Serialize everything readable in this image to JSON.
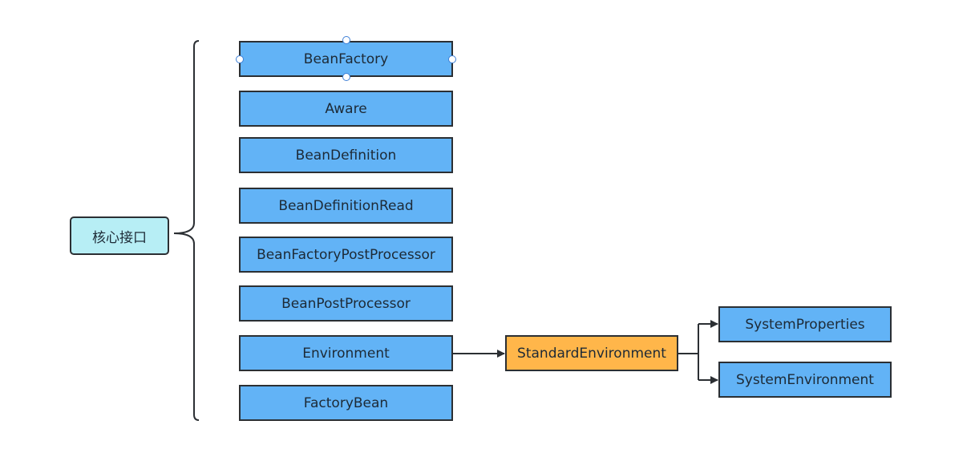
{
  "root": {
    "label": "核心接口"
  },
  "interfaces": [
    {
      "label": "BeanFactory"
    },
    {
      "label": "Aware"
    },
    {
      "label": "BeanDefinition"
    },
    {
      "label": "BeanDefinitionRead"
    },
    {
      "label": "BeanFactoryPostProcessor"
    },
    {
      "label": "BeanPostProcessor"
    },
    {
      "label": "Environment"
    },
    {
      "label": "FactoryBean"
    }
  ],
  "standard_environment": {
    "label": "StandardEnvironment"
  },
  "environment_children": [
    {
      "label": "SystemProperties"
    },
    {
      "label": "SystemEnvironment"
    }
  ],
  "colors": {
    "root_fill": "#b7eef5",
    "interface_fill": "#62b3f6",
    "highlight_fill": "#ffb64a",
    "border": "#2b2f33",
    "selection_handle": "#3d7fd6"
  }
}
